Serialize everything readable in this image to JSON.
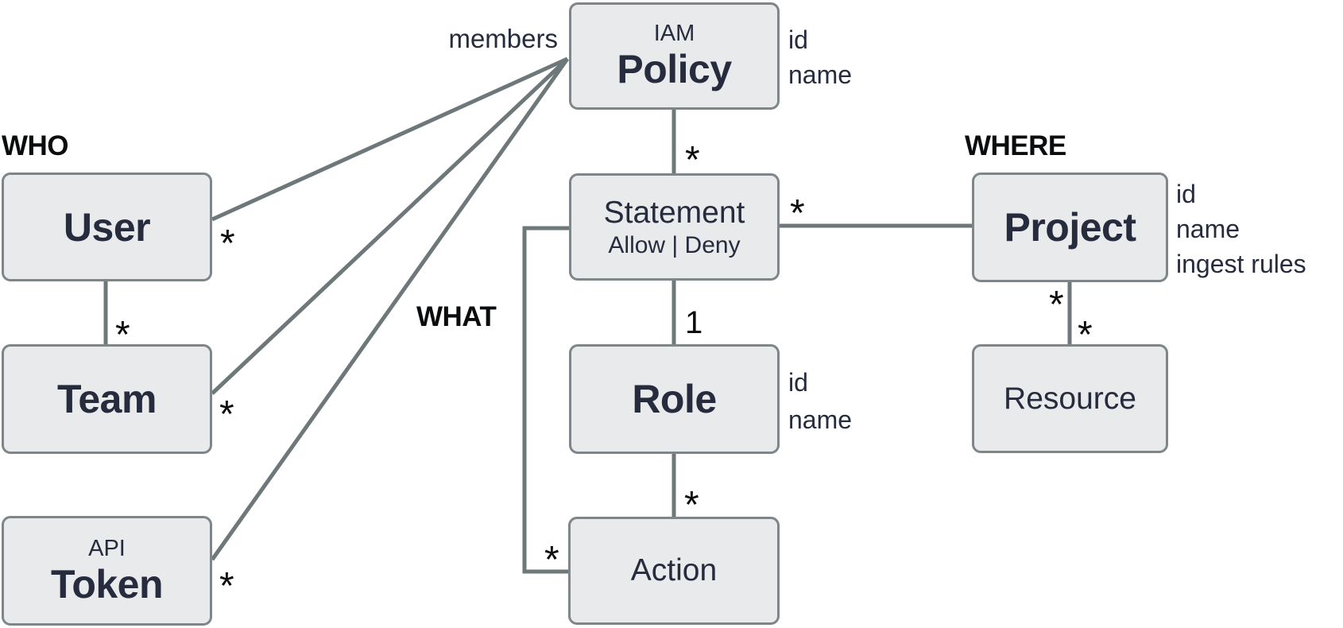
{
  "colors": {
    "box_fill": "#e8eaeb",
    "box_border": "#7e868a",
    "connector": "#6e7779",
    "entity_text": "#262b3d",
    "label_text": "#0b0c0d"
  },
  "groups": {
    "who": "WHO",
    "what": "WHAT",
    "where": "WHERE"
  },
  "relationship_labels": {
    "members": "members"
  },
  "entities": {
    "policy": {
      "kicker": "IAM",
      "name": "Policy",
      "attributes": [
        "id",
        "name"
      ]
    },
    "user": {
      "name": "User"
    },
    "team": {
      "name": "Team"
    },
    "token": {
      "kicker": "API",
      "name": "Token"
    },
    "statement": {
      "name": "Statement",
      "subtitle": "Allow | Deny"
    },
    "role": {
      "name": "Role",
      "attributes": [
        "id",
        "name"
      ]
    },
    "action": {
      "name": "Action"
    },
    "project": {
      "name": "Project",
      "attributes": [
        "id",
        "name",
        "ingest rules"
      ]
    },
    "resource": {
      "name": "Resource"
    }
  },
  "multiplicities": {
    "policy_user": "*",
    "policy_team": "*",
    "policy_token": "*",
    "user_team": "*",
    "policy_statement": "*",
    "statement_role": "1",
    "role_action": "*",
    "statement_project": "*",
    "project_resource_start": "*",
    "project_resource_end": "*",
    "statement_action": "*"
  }
}
